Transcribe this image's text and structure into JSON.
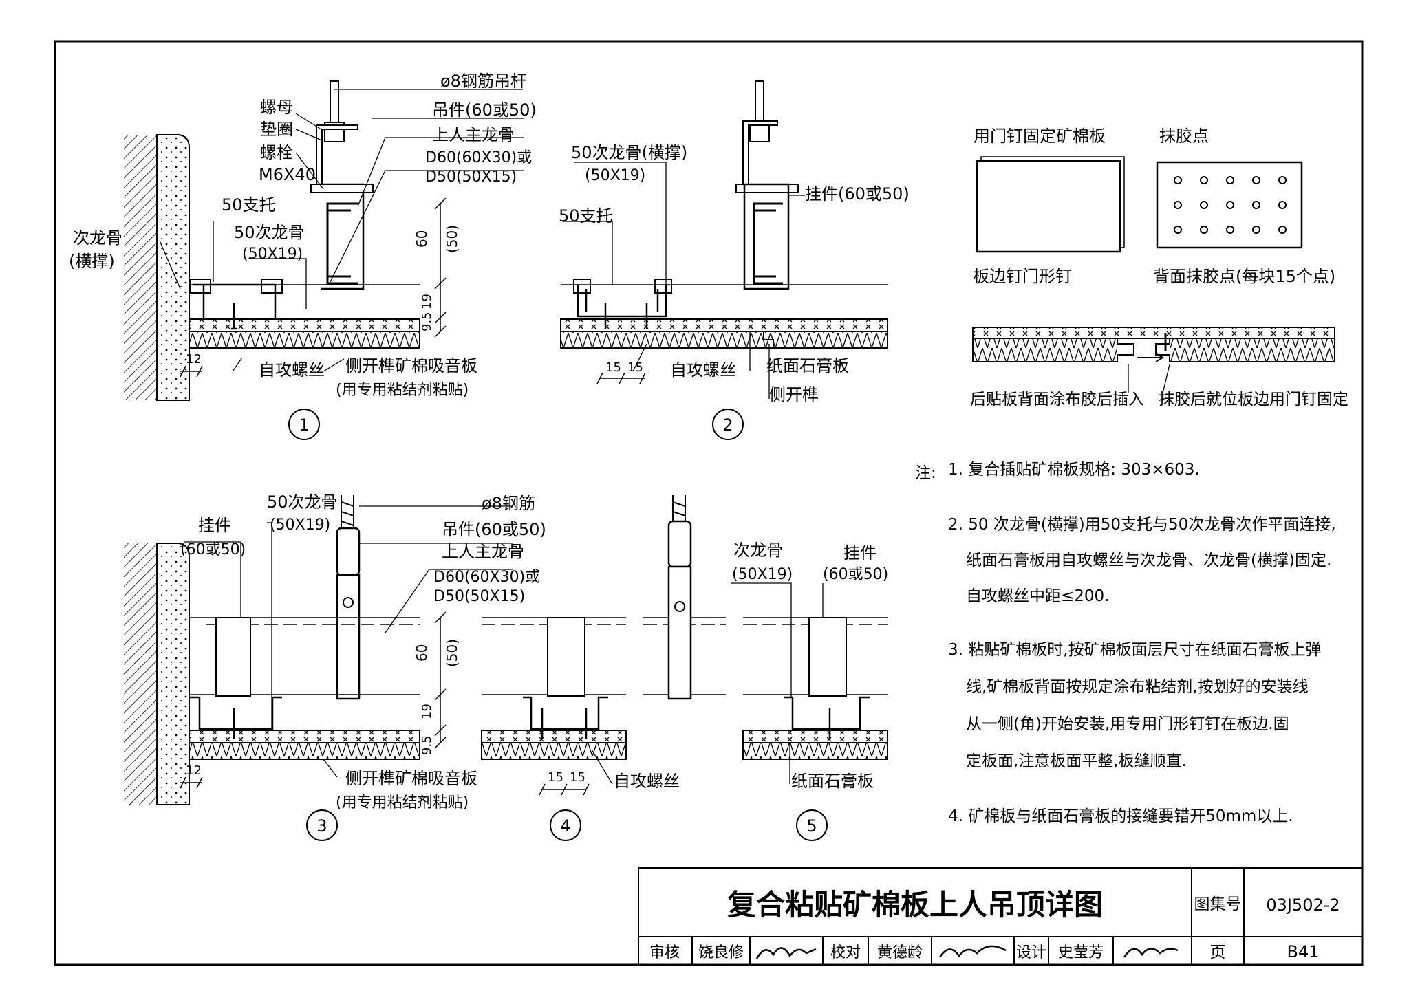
{
  "sheet": {
    "title": "复合粘贴矿棉板上人吊顶详图",
    "atlas_label": "图集号",
    "atlas_no": "03J502-2",
    "page_label": "页",
    "page_no": "B41",
    "review_label": "审核",
    "reviewer": "饶良修",
    "check_label": "校对",
    "checker": "黄德龄",
    "design_label": "设计",
    "designer": "史莹芳"
  },
  "detail1": {
    "num": "1",
    "nut": "螺母",
    "washer": "垫圈",
    "bolt": "螺栓",
    "bolt_size": "M6X40",
    "rod": "ø8钢筋吊杆",
    "hanger": "吊件(60或50)",
    "main_keel": "上人主龙骨",
    "main_keel_spec1": "D60(60X30)或",
    "main_keel_spec2": "D50(50X15)",
    "support": "50支托",
    "sub_keel": "50次龙骨",
    "sub_keel_size": "(50X19)",
    "cross_keel1": "次龙骨",
    "cross_keel2": "(横撑)",
    "dim60": "60",
    "dim50": "(50)",
    "dim19": "19",
    "dim95": "9.5",
    "dim12": "12",
    "screw": "自攻螺丝",
    "board1": "侧开榫矿棉吸音板",
    "board2": "(用专用粘结剂粘贴)"
  },
  "detail2": {
    "num": "2",
    "cross_keel": "50次龙骨(横撑)",
    "cross_size": "(50X19)",
    "support": "50支托",
    "hanger": "挂件(60或50)",
    "dim15a": "15",
    "dim15b": "15",
    "screw": "自攻螺丝",
    "gypsum": "纸面石膏板",
    "tenon": "侧开榫"
  },
  "detail3": {
    "num": "3",
    "hanger": "挂件",
    "hanger_size": "(60或50)",
    "sub_keel": "50次龙骨",
    "sub_keel_size": "(50X19)",
    "rod": "ø8钢筋",
    "suspender": "吊件(60或50)",
    "main_keel": "上人主龙骨",
    "main_keel_spec1": "D60(60X30)或",
    "main_keel_spec2": "D50(50X15)",
    "dim60": "60",
    "dim50": "(50)",
    "dim19": "19",
    "dim95": "9.5",
    "dim12": "12",
    "board1": "侧开榫矿棉吸音板",
    "board2": "(用专用粘结剂粘贴)"
  },
  "detail4": {
    "num": "4",
    "dim15a": "15",
    "dim15b": "15",
    "screw": "自攻螺丝"
  },
  "detail5": {
    "num": "5",
    "sub_keel": "次龙骨",
    "sub_keel_size": "(50X19)",
    "hanger": "挂件",
    "hanger_size": "(60或50)",
    "gypsum": "纸面石膏板"
  },
  "panels": {
    "nail_title": "用门钉固定矿棉板",
    "glue_title": "抹胶点",
    "nail_caption": "板边钉门形钉",
    "glue_caption": "背面抹胶点(每块15个点)",
    "insert_caption": "后贴板背面涂布胶后插入",
    "fix_caption": "抹胶后就位板边用门钉固定"
  },
  "notes": {
    "label": "注:",
    "n1": "1. 复合插贴矿棉板规格: 303×603.",
    "n2a": "2. 50 次龙骨(横撑)用50支托与50次龙骨次作平面连接,",
    "n2b": "纸面石膏板用自攻螺丝与次龙骨、次龙骨(横撑)固定.",
    "n2c": "自攻螺丝中距≤200.",
    "n3a": "3. 粘贴矿棉板时,按矿棉板面层尺寸在纸面石膏板上弹",
    "n3b": "线,矿棉板背面按规定涂布粘结剂,按划好的安装线",
    "n3c": "从一侧(角)开始安装,用专用门形钉钉在板边.固",
    "n3d": "定板面,注意板面平整,板缝顺直.",
    "n4": "4. 矿棉板与纸面石膏板的接缝要错开50mm以上."
  }
}
